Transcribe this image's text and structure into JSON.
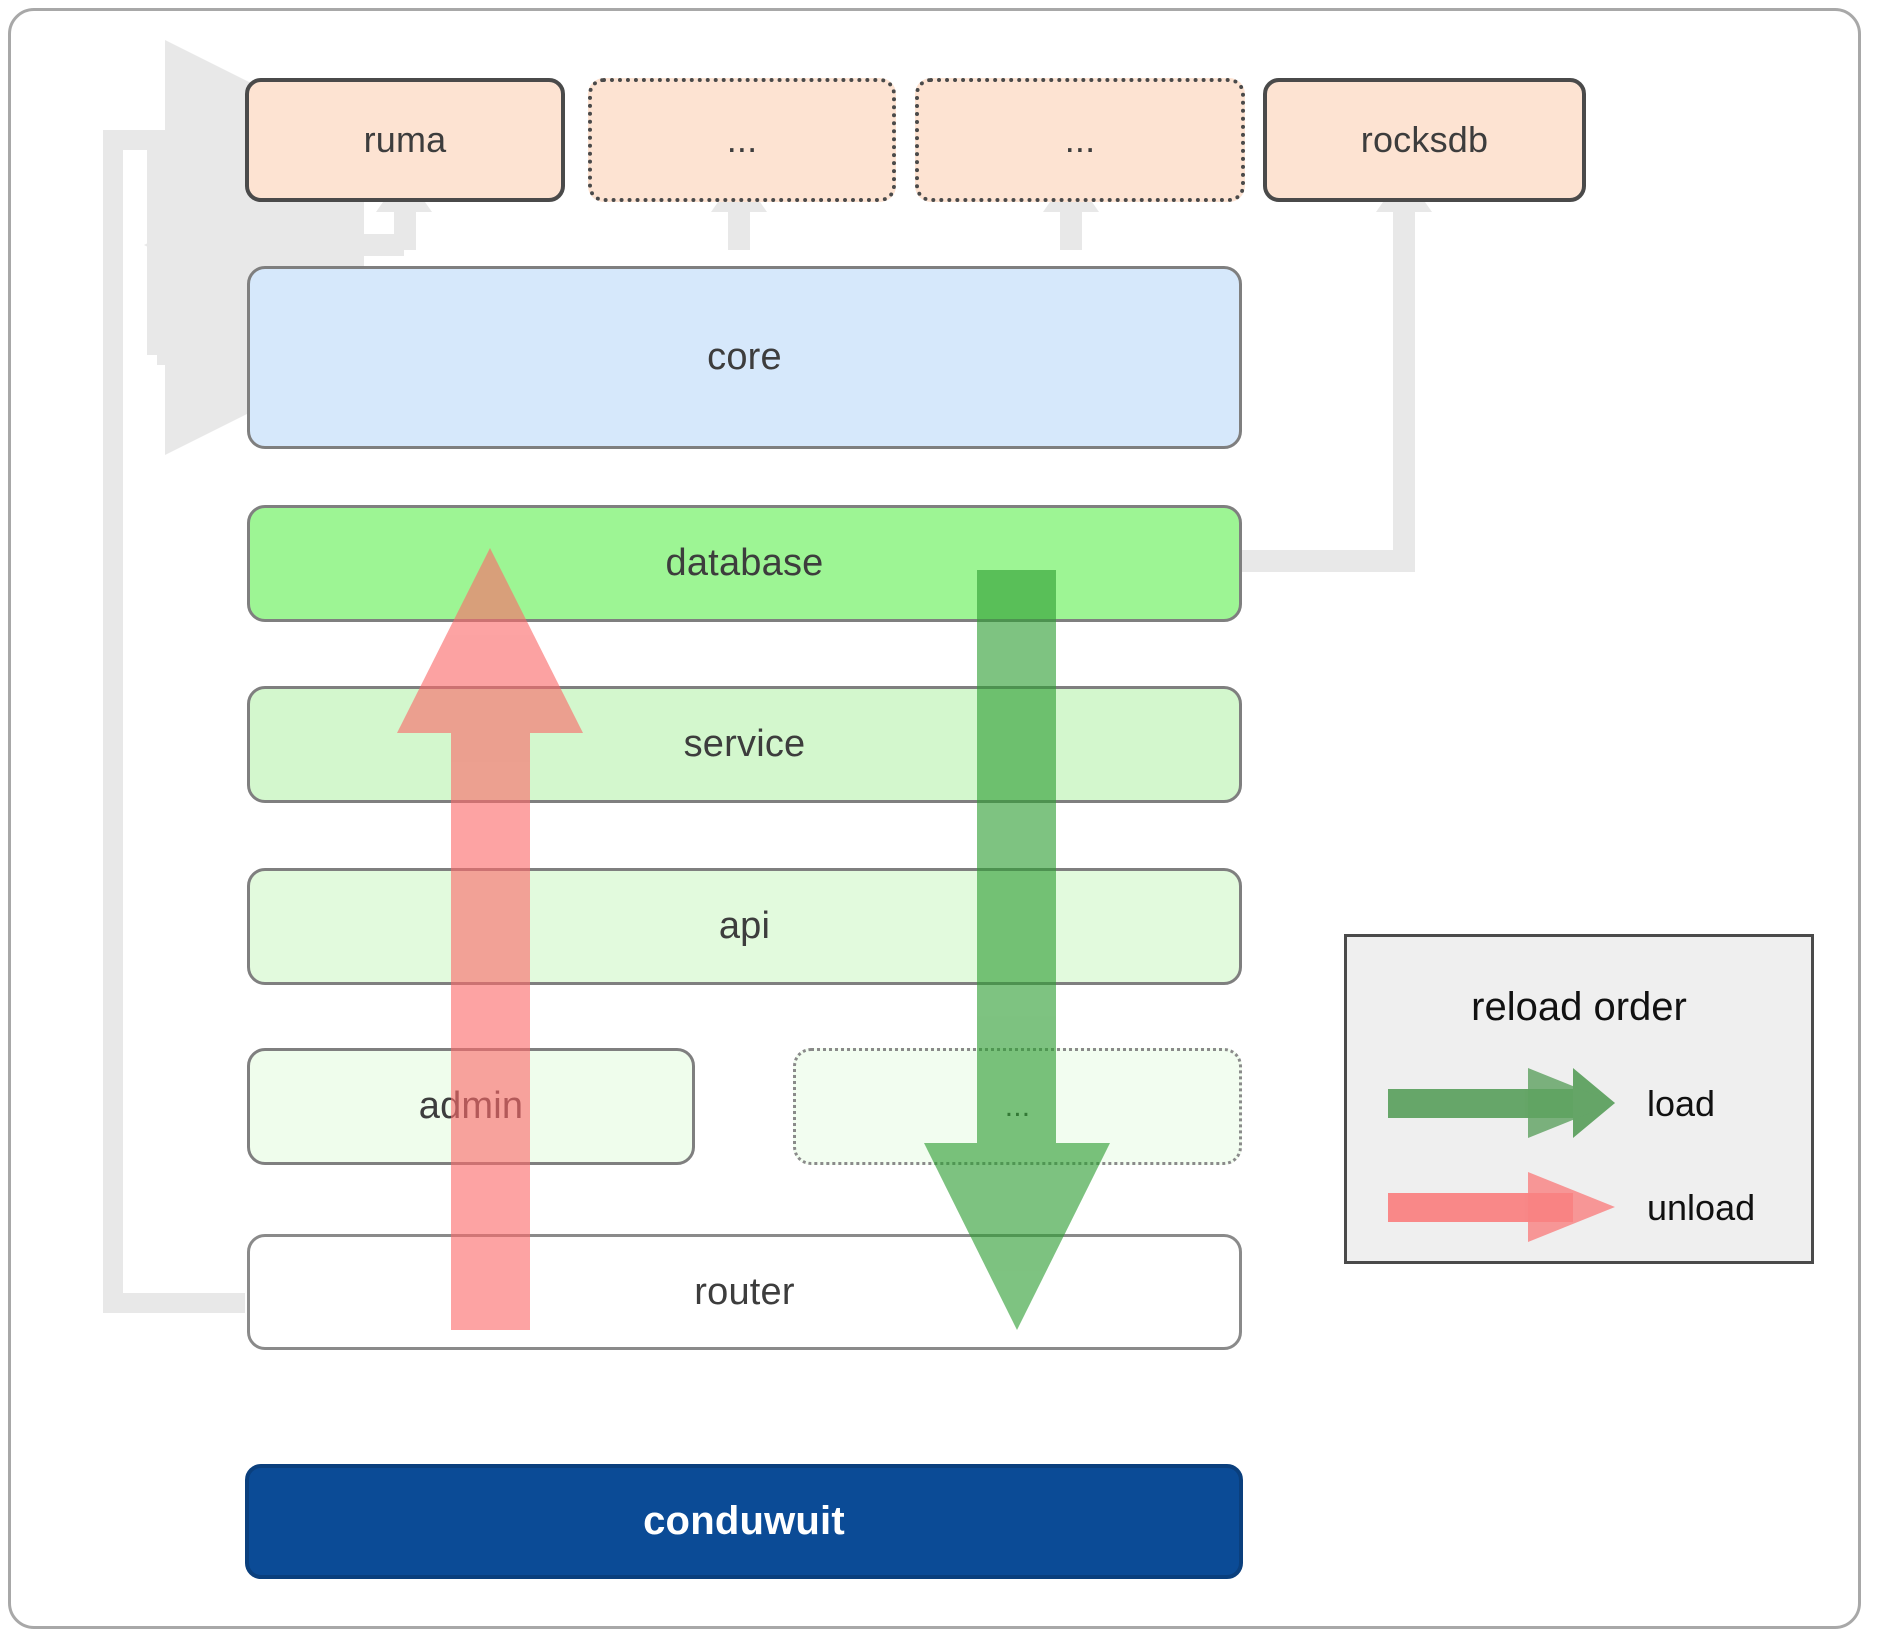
{
  "diagram": {
    "title": "conduwuit crate architecture / reload order",
    "top_row": [
      {
        "id": "ruma",
        "label": "ruma",
        "border": "solid"
      },
      {
        "id": "ellipsis-1",
        "label": "...",
        "border": "dotted"
      },
      {
        "id": "ellipsis-2",
        "label": "...",
        "border": "dotted"
      },
      {
        "id": "rocksdb",
        "label": "rocksdb",
        "border": "solid"
      }
    ],
    "core": {
      "label": "core"
    },
    "layers": [
      {
        "id": "database",
        "label": "database"
      },
      {
        "id": "service",
        "label": "service"
      },
      {
        "id": "api",
        "label": "api"
      },
      {
        "id": "admin",
        "label": "admin"
      },
      {
        "id": "layer-ellipsis",
        "label": "..."
      },
      {
        "id": "router",
        "label": "router"
      }
    ],
    "root": {
      "label": "conduwuit"
    },
    "legend": {
      "title": "reload order",
      "entries": [
        {
          "id": "load",
          "label": "load",
          "color": "#5aab5c"
        },
        {
          "id": "unload",
          "label": "unload",
          "color": "#f98a8a"
        }
      ]
    },
    "colors": {
      "peach": "#fde3d2",
      "core_blue": "#d6e8fb",
      "database_green": "#9df594",
      "service_green": "#d3f7cd",
      "api_green": "#e2fadd",
      "admin_green": "#effdec",
      "root_navy": "#0b4b96",
      "connector_gray": "#e8e8e8",
      "load_green": "#5aab5c",
      "unload_red": "#f98a8a",
      "legend_bg": "#efefef"
    }
  }
}
